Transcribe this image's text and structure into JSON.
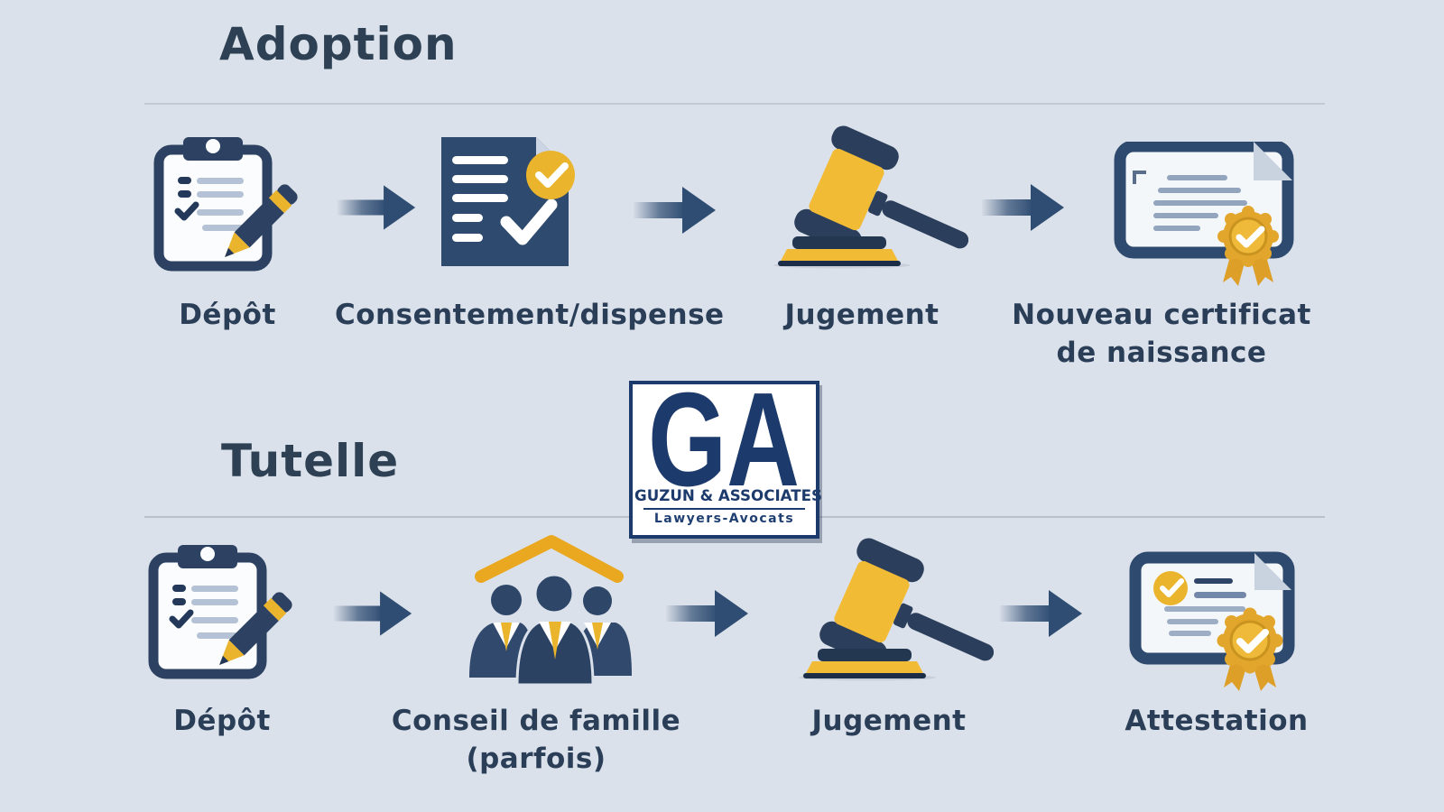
{
  "background_color": "#dbe1ea",
  "colors": {
    "navy_icon": "#2d4263",
    "navy_dark": "#24395a",
    "arrow_navy": "#2f4d73",
    "gold": "#eab42c",
    "gold_deep": "#e9a81f",
    "text_navy": "#2b3e58",
    "logo_navy": "#1c3a6b",
    "divider_gray": "#c2c9d4",
    "paper_white": "#f4f7fa"
  },
  "adoption": {
    "title": "Adoption",
    "steps": [
      {
        "icon": "clipboard-pencil",
        "label": "Dépôt"
      },
      {
        "icon": "document-check",
        "label": "Consentement/dispense"
      },
      {
        "icon": "gavel",
        "label": "Jugement"
      },
      {
        "icon": "certificate-ribbon",
        "label": "Nouveau certificat",
        "label2": "de naissance"
      }
    ]
  },
  "tutelle": {
    "title": "Tutelle",
    "steps": [
      {
        "icon": "clipboard-pencil",
        "label": "Dépôt"
      },
      {
        "icon": "family-council",
        "label": "Conseil de famille",
        "label2": "(parfois)"
      },
      {
        "icon": "gavel",
        "label": "Jugement"
      },
      {
        "icon": "certificate-ribbon",
        "label": "Attestation"
      }
    ]
  },
  "logo": {
    "monogram": "GA",
    "name": "GUZUN & ASSOCIATES",
    "tagline": "Lawyers-Avocats"
  }
}
